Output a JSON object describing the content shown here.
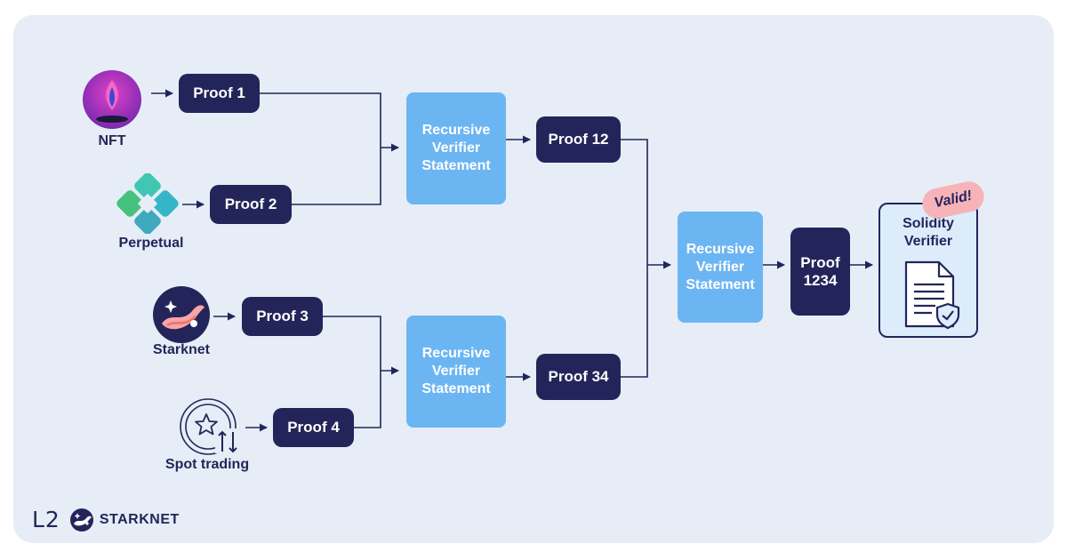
{
  "sources": [
    {
      "id": "nft",
      "label": "NFT",
      "icon": "nft-icon"
    },
    {
      "id": "perpetual",
      "label": "Perpetual",
      "icon": "perpetual-icon"
    },
    {
      "id": "starknet",
      "label": "Starknet",
      "icon": "starknet-icon"
    },
    {
      "id": "spot",
      "label": "Spot trading",
      "icon": "spot-trading-icon"
    }
  ],
  "proofs": {
    "p1": "Proof 1",
    "p2": "Proof 2",
    "p3": "Proof 3",
    "p4": "Proof 4",
    "p12": "Proof 12",
    "p34": "Proof 34",
    "p1234": "Proof 1234"
  },
  "verifiers": {
    "top": "Recursive Verifier Statement",
    "bottom": "Recursive Verifier Statement",
    "middle": "Recursive Verifier Statement"
  },
  "solidity": {
    "title": "Solidity Verifier",
    "badge": "Valid!",
    "icon": "document-check-icon"
  },
  "brand": {
    "layer": "L2",
    "name": "STARKNET",
    "logo": "starknet-logo-icon"
  },
  "colors": {
    "proof": "#23255a",
    "recursive_verifier": "#6cb5f3",
    "background": "#e7edf6",
    "valid_badge": "#f7b4b8"
  }
}
